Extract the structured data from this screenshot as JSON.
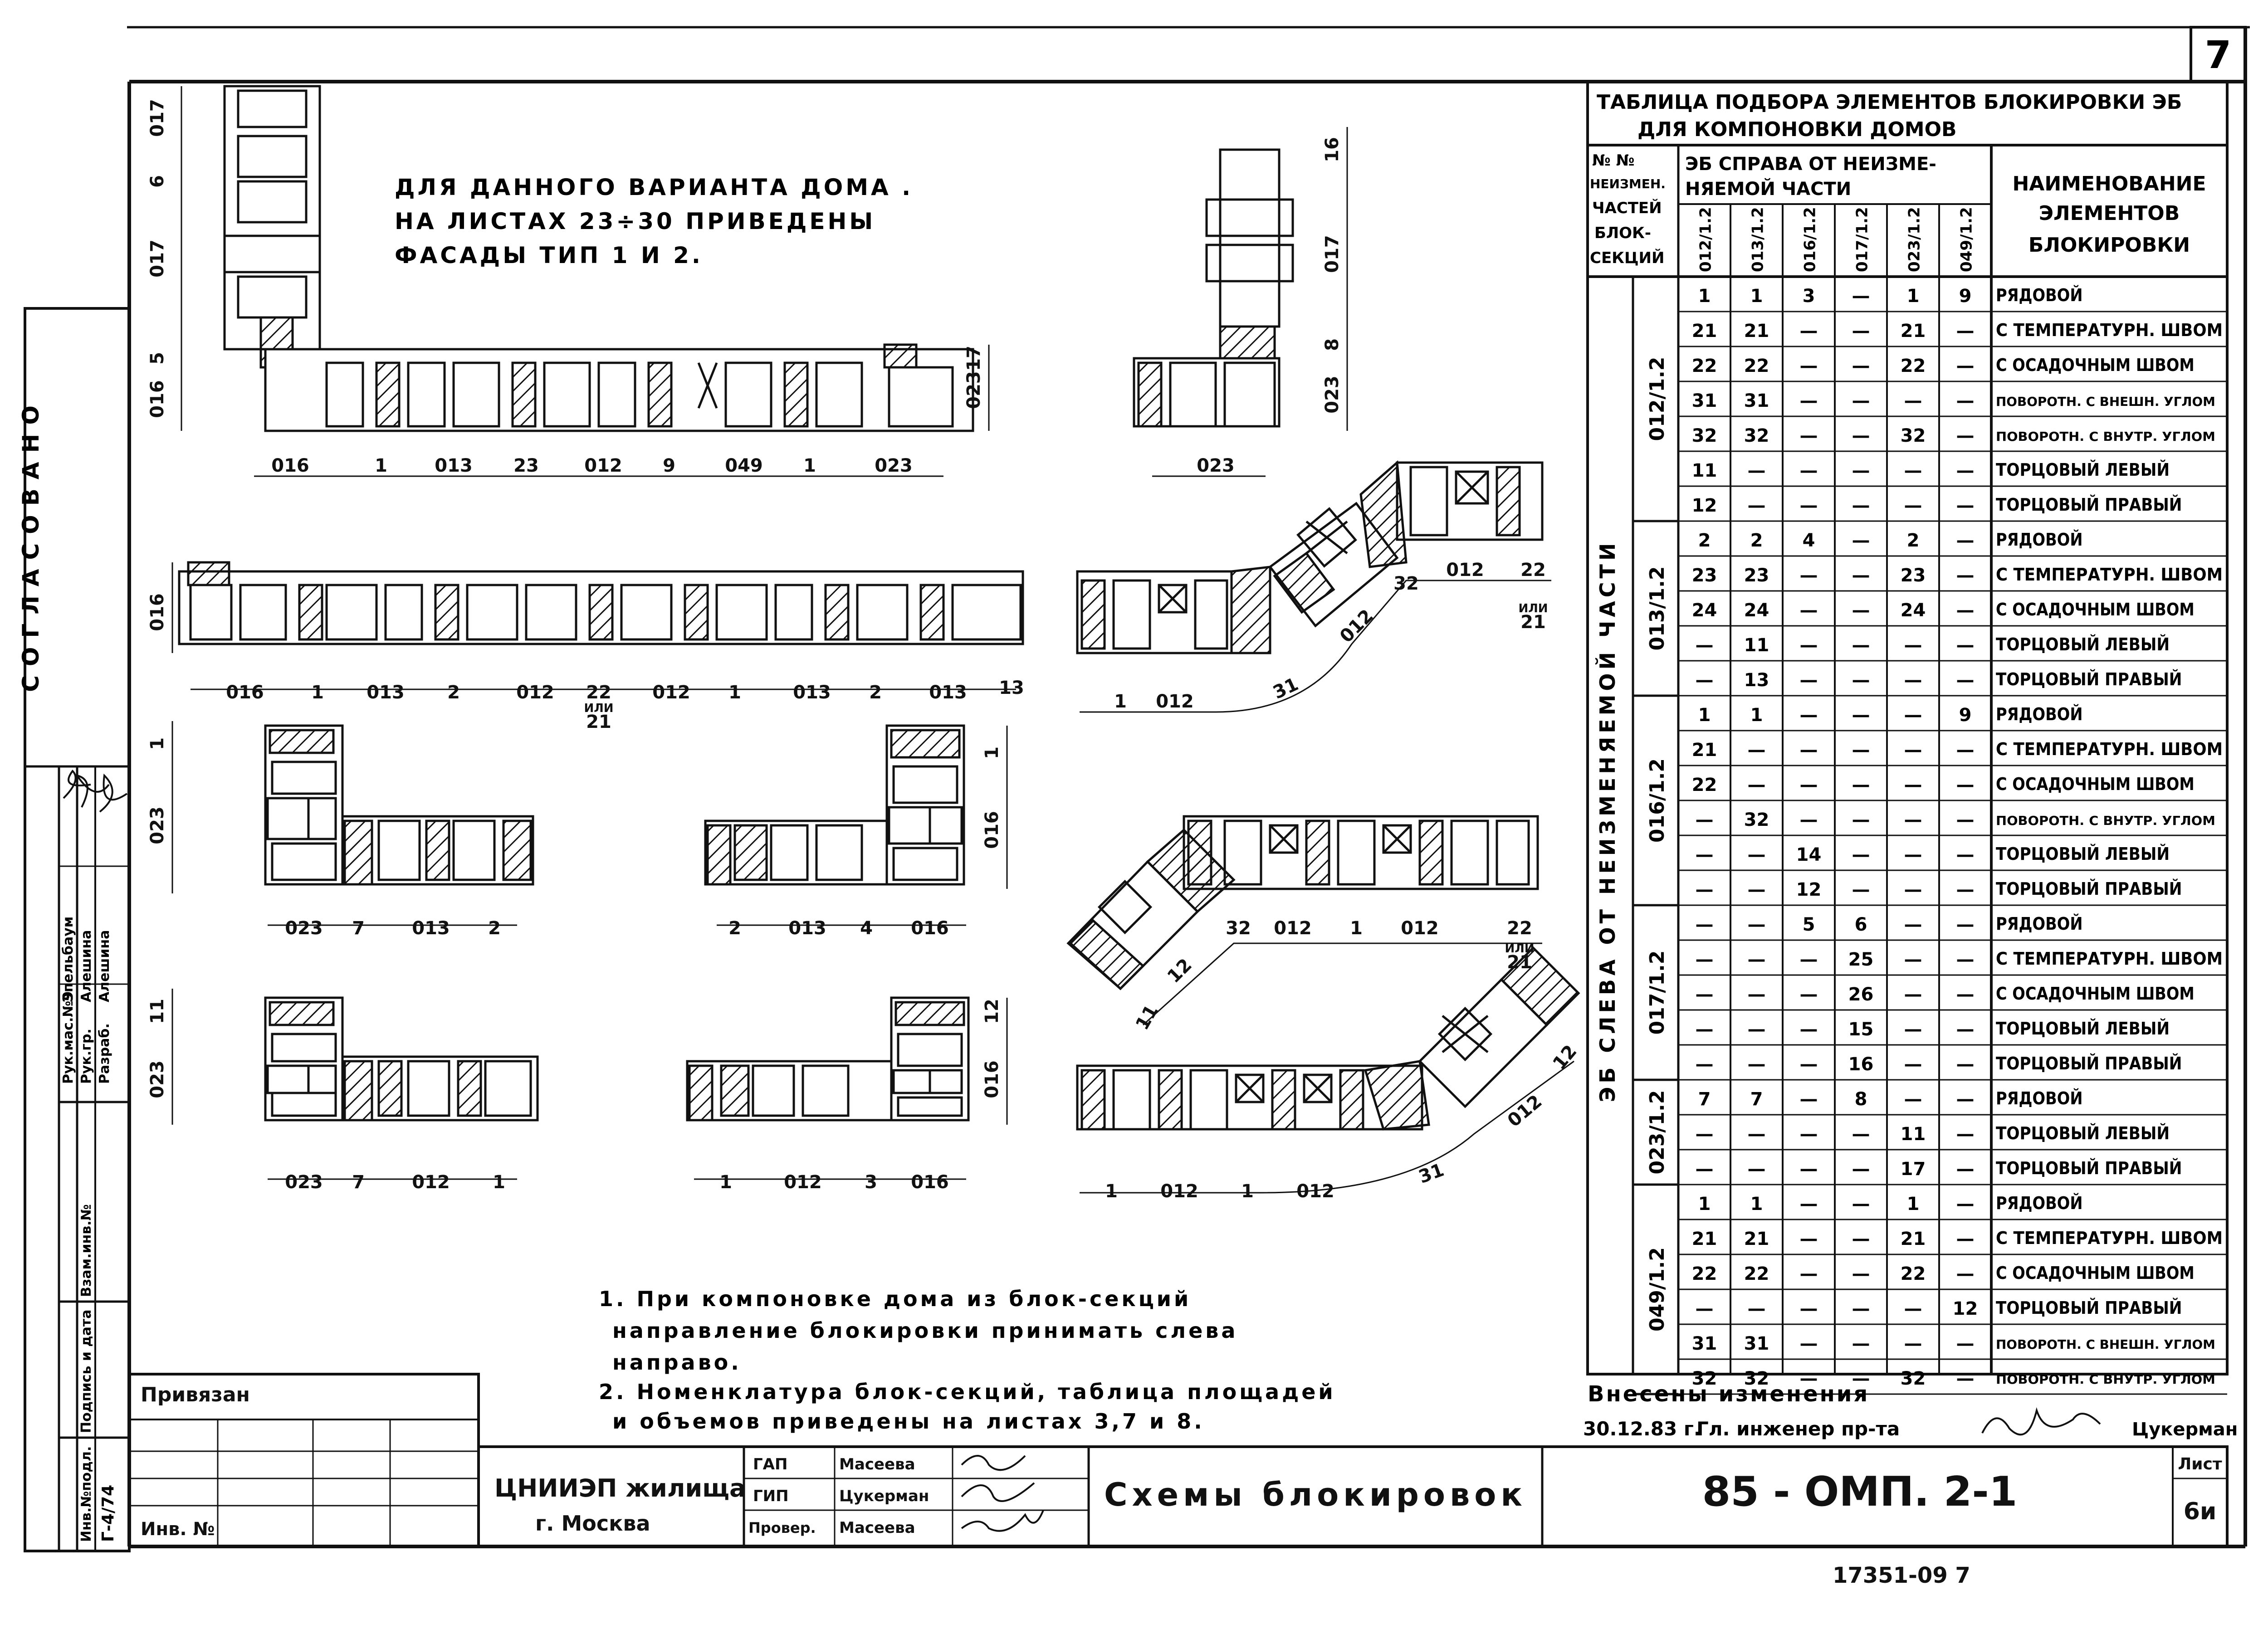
{
  "sheet_number": "7",
  "note_top": [
    "ДЛЯ ДАННОГО ВАРИАНТА ДОМА .",
    "НА ЛИСТАХ 23÷30 ПРИВЕДЕНЫ",
    "ФАСАДЫ ТИП 1 И 2."
  ],
  "left_strip": {
    "agreed": "СОГЛАСОВАНО",
    "rows": [
      {
        "label": "Рук.мас.№9",
        "name": "Эпельбаум"
      },
      {
        "label": "Рук.гр.",
        "name": "Алешина"
      },
      {
        "label": "Разраб.",
        "name": "Алешина"
      }
    ],
    "inv_replace": "Взам.инв.№",
    "sign_date": "Подпись и дата",
    "inv_orig": "Инв.№подл.",
    "inv_orig_value": "Г-4/74"
  },
  "diagram_labels": {
    "d1_row": [
      "016",
      "1",
      "013",
      "23",
      "012",
      "9",
      "049",
      "1",
      "023"
    ],
    "d1_vert": [
      "017",
      "6",
      "017",
      "5",
      "016",
      "023",
      "17"
    ],
    "d2_row": [
      "023"
    ],
    "d2_vert": [
      "16",
      "017",
      "8",
      "023"
    ],
    "d3_row": [
      "016",
      "1",
      "013",
      "2",
      "012",
      "22",
      "012",
      "1",
      "013",
      "2",
      "013",
      "13"
    ],
    "d3_sub": [
      "ИЛИ",
      "21"
    ],
    "d3_vert": [
      "016"
    ],
    "d4_row": [
      "1",
      "012",
      "31",
      "012",
      "32",
      "012",
      "22"
    ],
    "d4_sub": [
      "ИЛИ",
      "21"
    ],
    "d5_row": [
      "023",
      "7",
      "013",
      "2"
    ],
    "d5_vert": [
      "1",
      "023"
    ],
    "d6_row": [
      "2",
      "013",
      "4",
      "016"
    ],
    "d6_vert": [
      "1",
      "016"
    ],
    "d7_row": [
      "11",
      "12",
      "32",
      "012",
      "1",
      "012",
      "22"
    ],
    "d7_sub": [
      "ИЛИ",
      "21"
    ],
    "d8_row": [
      "023",
      "7",
      "012",
      "1"
    ],
    "d8_vert": [
      "11",
      "023"
    ],
    "d9_row": [
      "1",
      "012",
      "3",
      "016"
    ],
    "d9_vert": [
      "12",
      "016"
    ],
    "d10_row": [
      "1",
      "012",
      "1",
      "012",
      "31",
      "012",
      "12"
    ]
  },
  "notes": [
    "1. При компоновке дома из блок-секций",
    "направление блокировки принимать слева",
    "направо.",
    "2. Номенклатура блок-секций, таблица площадей",
    "и объемов приведены на листах 3,7 и 8."
  ],
  "table": {
    "title": [
      "ТАБЛИЦА ПОДБОРА ЭЛЕМЕНТОВ БЛОКИРОВКИ ЭБ",
      "ДЛЯ КОМПОНОВКИ ДОМОВ"
    ],
    "hdr_nn": [
      "№ №",
      "НЕИЗМЕН.",
      "ЧАСТЕЙ",
      "БЛОК-",
      "СЕКЦИЙ"
    ],
    "hdr_right": [
      "ЭБ СПРАВА ОТ НЕИЗМЕ-",
      "НЯЕМОЙ ЧАСТИ"
    ],
    "hdr_name": [
      "НАИМЕНОВАНИЕ",
      "ЭЛЕМЕНТОВ",
      "БЛОКИРОВКИ"
    ],
    "col_heads": [
      "012/1.2",
      "013/1.2",
      "016/1.2",
      "017/1.2",
      "023/1.2",
      "049/1.2"
    ],
    "side_label": "ЭБ СЛЕВА ОТ НЕИЗМЕНЯЕМОЙ ЧАСТИ",
    "groups": [
      {
        "label": "012/1.2",
        "rows": [
          {
            "c": [
              "1",
              "1",
              "3",
              "—",
              "1",
              "9"
            ],
            "name": "РЯДОВОЙ"
          },
          {
            "c": [
              "21",
              "21",
              "—",
              "—",
              "21",
              "—"
            ],
            "name": "С ТЕМПЕРАТУРН. ШВОМ"
          },
          {
            "c": [
              "22",
              "22",
              "—",
              "—",
              "22",
              "—"
            ],
            "name": "С ОСАДОЧНЫМ ШВОМ"
          },
          {
            "c": [
              "31",
              "31",
              "—",
              "—",
              "—",
              "—"
            ],
            "name": "ПОВОРОТН. С ВНЕШН. УГЛОМ"
          },
          {
            "c": [
              "32",
              "32",
              "—",
              "—",
              "32",
              "—"
            ],
            "name": "ПОВОРОТН. С ВНУТР. УГЛОМ"
          },
          {
            "c": [
              "11",
              "—",
              "—",
              "—",
              "—",
              "—"
            ],
            "name": "ТОРЦОВЫЙ ЛЕВЫЙ"
          },
          {
            "c": [
              "12",
              "—",
              "—",
              "—",
              "—",
              "—"
            ],
            "name": "ТОРЦОВЫЙ ПРАВЫЙ"
          }
        ]
      },
      {
        "label": "013/1.2",
        "rows": [
          {
            "c": [
              "2",
              "2",
              "4",
              "—",
              "2",
              "—"
            ],
            "name": "РЯДОВОЙ"
          },
          {
            "c": [
              "23",
              "23",
              "—",
              "—",
              "23",
              "—"
            ],
            "name": "С ТЕМПЕРАТУРН. ШВОМ"
          },
          {
            "c": [
              "24",
              "24",
              "—",
              "—",
              "24",
              "—"
            ],
            "name": "С ОСАДОЧНЫМ ШВОМ"
          },
          {
            "c": [
              "—",
              "11",
              "—",
              "—",
              "—",
              "—"
            ],
            "name": "ТОРЦОВЫЙ ЛЕВЫЙ"
          },
          {
            "c": [
              "—",
              "13",
              "—",
              "—",
              "—",
              "—"
            ],
            "name": "ТОРЦОВЫЙ ПРАВЫЙ"
          }
        ]
      },
      {
        "label": "016/1.2",
        "rows": [
          {
            "c": [
              "1",
              "1",
              "—",
              "—",
              "—",
              "9"
            ],
            "name": "РЯДОВОЙ"
          },
          {
            "c": [
              "21",
              "—",
              "—",
              "—",
              "—",
              "—"
            ],
            "name": "С ТЕМПЕРАТУРН. ШВОМ"
          },
          {
            "c": [
              "22",
              "—",
              "—",
              "—",
              "—",
              "—"
            ],
            "name": "С ОСАДОЧНЫМ ШВОМ"
          },
          {
            "c": [
              "—",
              "32",
              "—",
              "—",
              "—",
              "—"
            ],
            "name": "ПОВОРОТН. С ВНУТР. УГЛОМ"
          },
          {
            "c": [
              "—",
              "—",
              "14",
              "—",
              "—",
              "—"
            ],
            "name": "ТОРЦОВЫЙ ЛЕВЫЙ"
          },
          {
            "c": [
              "—",
              "—",
              "12",
              "—",
              "—",
              "—"
            ],
            "name": "ТОРЦОВЫЙ ПРАВЫЙ"
          }
        ]
      },
      {
        "label": "017/1.2",
        "rows": [
          {
            "c": [
              "—",
              "—",
              "5",
              "6",
              "—",
              "—"
            ],
            "name": "РЯДОВОЙ"
          },
          {
            "c": [
              "—",
              "—",
              "—",
              "25",
              "—",
              "—"
            ],
            "name": "С ТЕМПЕРАТУРН. ШВОМ"
          },
          {
            "c": [
              "—",
              "—",
              "—",
              "26",
              "—",
              "—"
            ],
            "name": "С ОСАДОЧНЫМ ШВОМ"
          },
          {
            "c": [
              "—",
              "—",
              "—",
              "15",
              "—",
              "—"
            ],
            "name": "ТОРЦОВЫЙ ЛЕВЫЙ"
          },
          {
            "c": [
              "—",
              "—",
              "—",
              "16",
              "—",
              "—"
            ],
            "name": "ТОРЦОВЫЙ ПРАВЫЙ"
          }
        ]
      },
      {
        "label": "023/1.2",
        "rows": [
          {
            "c": [
              "7",
              "7",
              "—",
              "8",
              "—",
              "—"
            ],
            "name": "РЯДОВОЙ"
          },
          {
            "c": [
              "—",
              "—",
              "—",
              "—",
              "11",
              "—"
            ],
            "name": "ТОРЦОВЫЙ ЛЕВЫЙ"
          },
          {
            "c": [
              "—",
              "—",
              "—",
              "—",
              "17",
              "—"
            ],
            "name": "ТОРЦОВЫЙ ПРАВЫЙ"
          }
        ]
      },
      {
        "label": "049/1.2",
        "rows": [
          {
            "c": [
              "1",
              "1",
              "—",
              "—",
              "1",
              "—"
            ],
            "name": "РЯДОВОЙ"
          },
          {
            "c": [
              "21",
              "21",
              "—",
              "—",
              "21",
              "—"
            ],
            "name": "С ТЕМПЕРАТУРН. ШВОМ"
          },
          {
            "c": [
              "22",
              "22",
              "—",
              "—",
              "22",
              "—"
            ],
            "name": "С ОСАДОЧНЫМ ШВОМ"
          },
          {
            "c": [
              "—",
              "—",
              "—",
              "—",
              "—",
              "12"
            ],
            "name": "ТОРЦОВЫЙ ПРАВЫЙ"
          },
          {
            "c": [
              "31",
              "31",
              "—",
              "—",
              "—",
              "—"
            ],
            "name": "ПОВОРОТН. С ВНЕШН. УГЛОМ"
          },
          {
            "c": [
              "32",
              "32",
              "—",
              "—",
              "32",
              "—"
            ],
            "name": "ПОВОРОТН. С ВНУТР. УГЛОМ"
          }
        ]
      }
    ]
  },
  "changes": {
    "label": "Внесены  изменения",
    "date": "30.12.83 г.",
    "chief": "Гл. инженер пр-та",
    "chief_name": "Цукерман"
  },
  "title_block": {
    "bound": "Привязан",
    "inv": "Инв. №",
    "org": "ЦНИИЭП жилища",
    "city": "г. Москва",
    "roles": [
      {
        "role": "ГАП",
        "name": "Масеева"
      },
      {
        "role": "ГИП",
        "name": "Цукерман"
      },
      {
        "role": "Провер.",
        "name": "Масеева"
      }
    ],
    "sheet_title": "Схемы блокировок",
    "project": "85 - ОМП. 2-1",
    "list_label": "Лист",
    "list_value": "6и"
  },
  "footer_code": "17351-09  7"
}
